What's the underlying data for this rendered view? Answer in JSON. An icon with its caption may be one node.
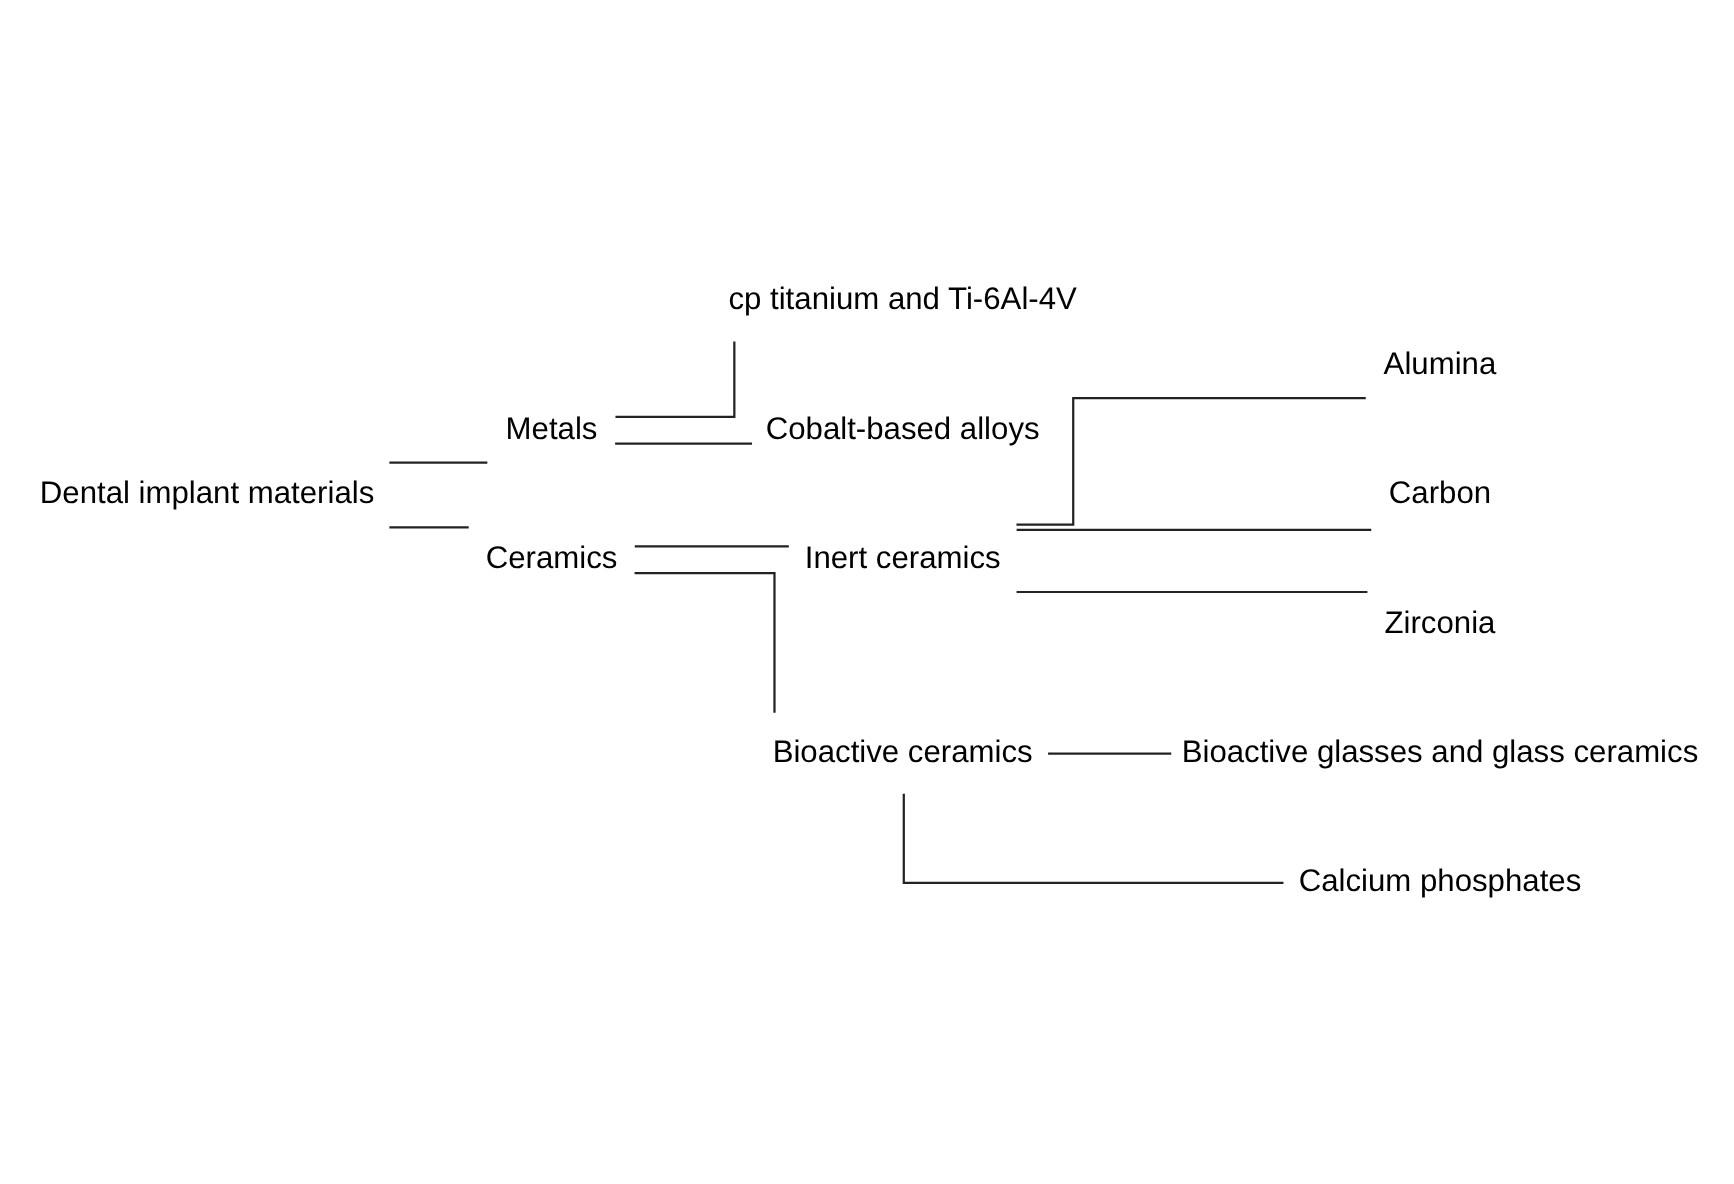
{
  "diagram": {
    "nodes": [
      {
        "text": [
          "Dental implant materials"
        ]
      },
      {
        "text": [
          "Metals"
        ]
      },
      {
        "text": [
          "cp titanium and Ti-6Al-4V"
        ]
      },
      {
        "text": [
          "Cobalt-based alloys"
        ]
      },
      {
        "text": [
          "Ceramics"
        ]
      },
      {
        "text": [
          "Inert ceramics"
        ]
      },
      {
        "text": [
          "Alumina"
        ]
      },
      {
        "text": [
          "Carbon"
        ]
      },
      {
        "text": [
          "Zirconia"
        ]
      },
      {
        "text": [
          "Bioactive ceramics"
        ]
      },
      {
        "text": [
          "Bioactive glasses and glass ceramics"
        ]
      },
      {
        "text": [
          "Calcium phosphates"
        ]
      }
    ],
    "edges": [
      {
        "from": 0,
        "to": 1,
        "arrow": "none"
      },
      {
        "from": 0,
        "to": 4,
        "arrow": "none"
      },
      {
        "from": 1,
        "to": 2,
        "arrow": "none"
      },
      {
        "from": 1,
        "to": 3,
        "arrow": "none"
      },
      {
        "from": 4,
        "to": 5,
        "arrow": "none"
      },
      {
        "from": 4,
        "to": 9,
        "arrow": "none"
      },
      {
        "from": 5,
        "to": 6,
        "arrow": "none"
      },
      {
        "from": 5,
        "to": 7,
        "arrow": "none"
      },
      {
        "from": 5,
        "to": 8,
        "arrow": "none"
      },
      {
        "from": 9,
        "to": 10,
        "arrow": "none"
      },
      {
        "from": 9,
        "to": 11,
        "arrow": "none"
      }
    ]
  }
}
